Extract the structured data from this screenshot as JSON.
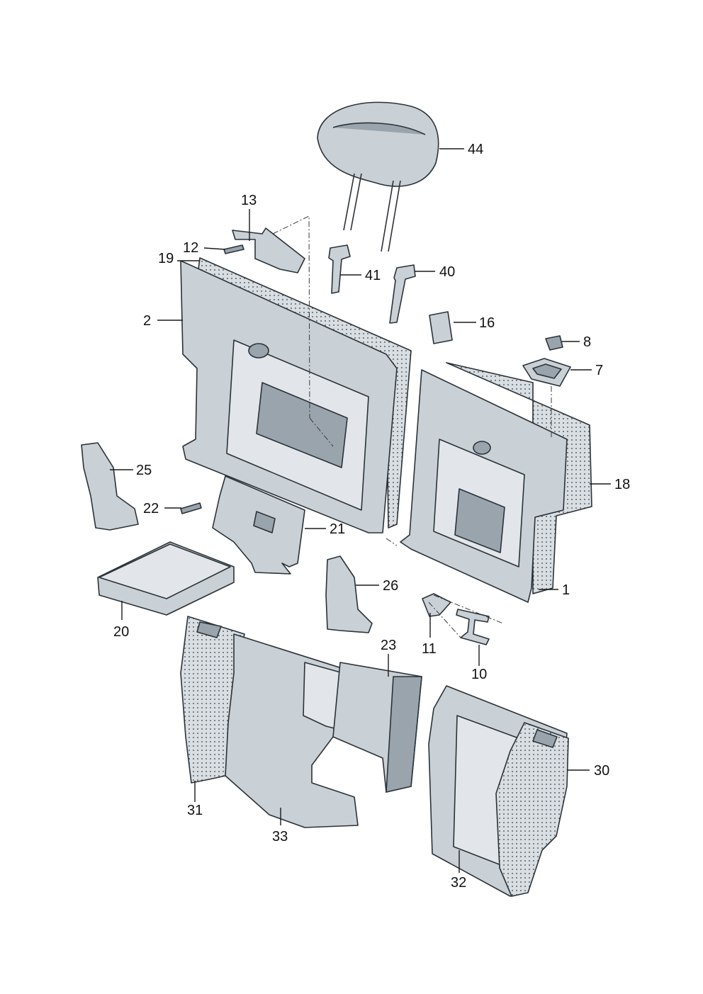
{
  "diagram": {
    "callouts": [
      {
        "id": "44",
        "label": "44"
      },
      {
        "id": "13",
        "label": "13"
      },
      {
        "id": "12",
        "label": "12"
      },
      {
        "id": "19",
        "label": "19"
      },
      {
        "id": "41",
        "label": "41"
      },
      {
        "id": "40",
        "label": "40"
      },
      {
        "id": "2",
        "label": "2"
      },
      {
        "id": "16",
        "label": "16"
      },
      {
        "id": "8",
        "label": "8"
      },
      {
        "id": "7",
        "label": "7"
      },
      {
        "id": "25",
        "label": "25"
      },
      {
        "id": "18",
        "label": "18"
      },
      {
        "id": "22",
        "label": "22"
      },
      {
        "id": "21",
        "label": "21"
      },
      {
        "id": "1",
        "label": "1"
      },
      {
        "id": "26",
        "label": "26"
      },
      {
        "id": "20",
        "label": "20"
      },
      {
        "id": "11",
        "label": "11"
      },
      {
        "id": "23",
        "label": "23"
      },
      {
        "id": "10",
        "label": "10"
      },
      {
        "id": "30",
        "label": "30"
      },
      {
        "id": "31",
        "label": "31"
      },
      {
        "id": "33",
        "label": "33"
      },
      {
        "id": "32",
        "label": "32"
      }
    ],
    "colors": {
      "part_fill": "#c9d0d6",
      "part_outline": "#2b3238",
      "background": "#ffffff"
    }
  }
}
